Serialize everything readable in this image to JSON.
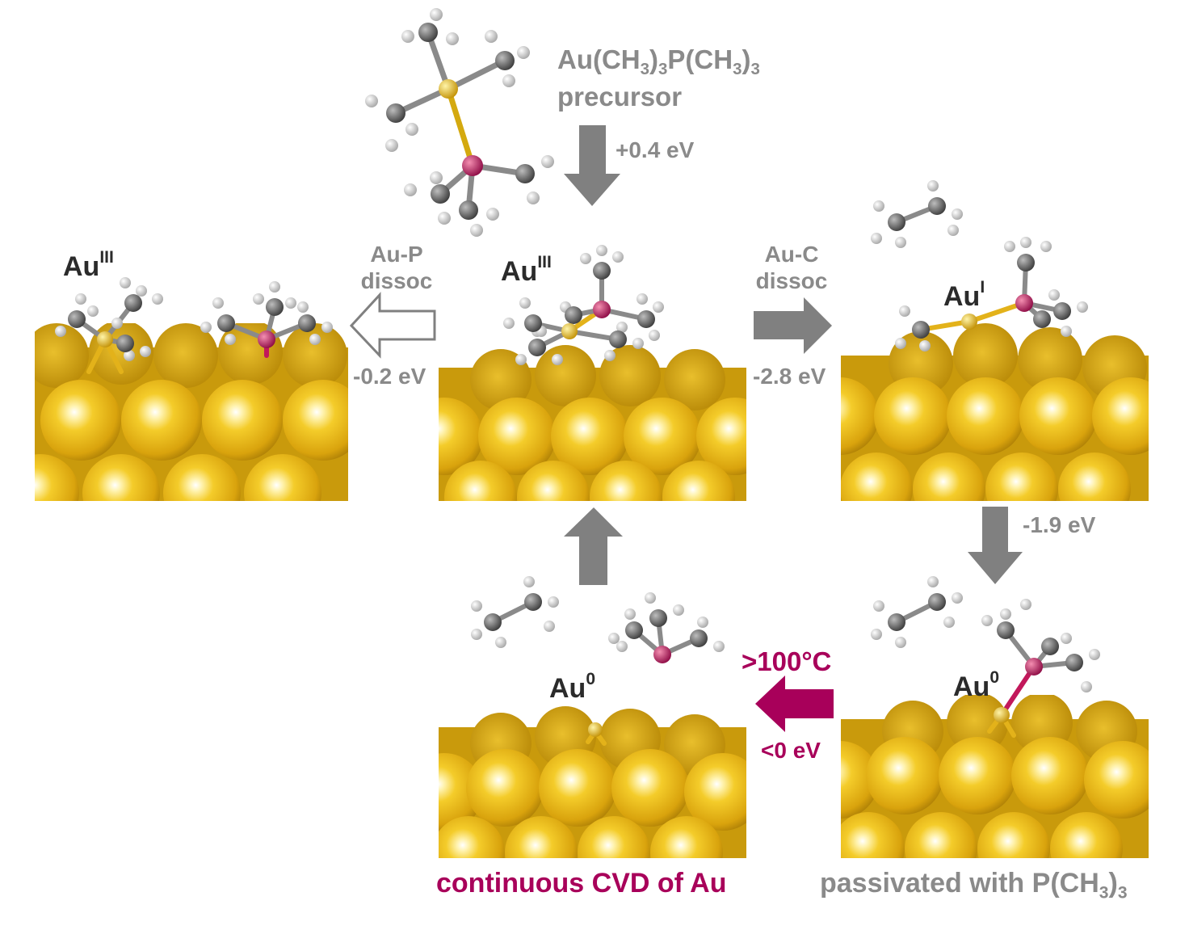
{
  "colors": {
    "gold": "#e3b21a",
    "gold_dark": "#b98a05",
    "phosphorus": "#c2185b",
    "arrow_grey": "#808080",
    "arrow_magenta": "#a8005a",
    "label_grey": "#8a8a8a",
    "label_dark": "#2b2b2b"
  },
  "precursor": {
    "formula_main": "Au(CH",
    "formula_sub1": "3",
    "formula_mid": ")",
    "formula_sub2": "3",
    "formula_p": "P(CH",
    "formula_sub3": "3",
    "formula_end": ")",
    "formula_sub4": "3",
    "name": "precursor"
  },
  "states": {
    "left": {
      "oxidation": "Au",
      "sup": "III"
    },
    "center": {
      "oxidation": "Au",
      "sup": "III"
    },
    "right": {
      "oxidation": "Au",
      "sup": "I"
    },
    "bottom_right": {
      "oxidation": "Au",
      "sup": "0"
    },
    "bottom_center": {
      "oxidation": "Au",
      "sup": "0"
    }
  },
  "energies": {
    "adsorption": "+0.4 eV",
    "au_p_dissoc": "-0.2 eV",
    "au_c_dissoc": "-2.8 eV",
    "reduction": "-1.9 eV",
    "desorption": "<0 eV"
  },
  "steps": {
    "au_p": {
      "line1": "Au-P",
      "line2": "dissoc"
    },
    "au_c": {
      "line1": "Au-C",
      "line2": "dissoc"
    },
    "temperature": ">100°C"
  },
  "captions": {
    "cvd": "continuous CVD of Au",
    "passivated_main": "passivated with P(CH",
    "passivated_sub": "3",
    "passivated_end": ")",
    "passivated_sub2": "3"
  }
}
